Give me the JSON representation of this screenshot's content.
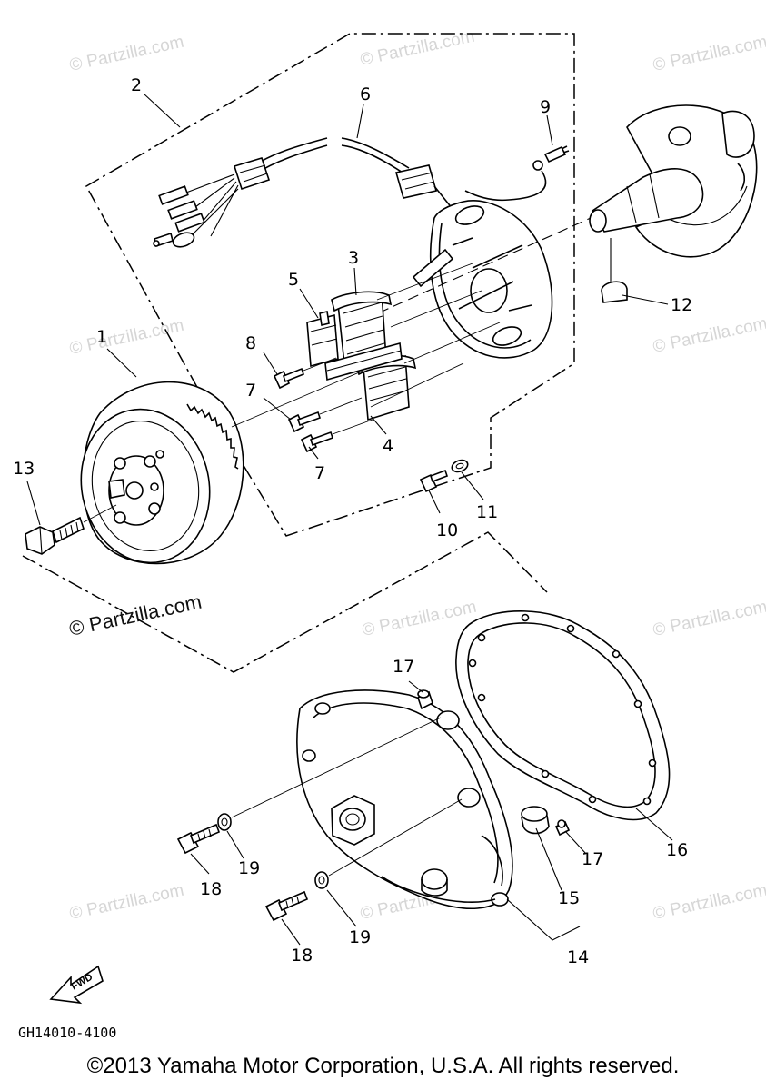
{
  "watermarks": {
    "faint": "© Partzilla.com",
    "strong": "© Partzilla.com"
  },
  "callouts": {
    "c1": "1",
    "c2": "2",
    "c3": "3",
    "c4": "4",
    "c5": "5",
    "c6": "6",
    "c7a": "7",
    "c7b": "7",
    "c8": "8",
    "c9": "9",
    "c10": "10",
    "c11": "11",
    "c12": "12",
    "c13": "13",
    "c14": "14",
    "c15": "15",
    "c16": "16",
    "c17a": "17",
    "c17b": "17",
    "c18a": "18",
    "c18b": "18",
    "c19a": "19",
    "c19b": "19"
  },
  "fwd_label": "FWD",
  "diagram_code": "GH14010-4100",
  "copyright": "©2013 Yamaha Motor Corporation, U.S.A. All rights reserved."
}
